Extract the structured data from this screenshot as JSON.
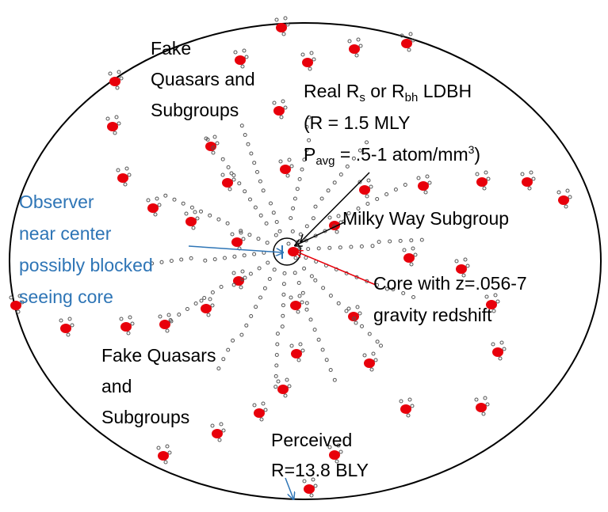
{
  "colors": {
    "ring": "#000000",
    "red_dot": "#E8000B",
    "hollow_dot": "#555555",
    "blue_arrow": "#2E75B6",
    "red_arrow": "#E8000B",
    "text": "#000000",
    "text_blue": "#2E75B6"
  },
  "labels": {
    "fake_top": [
      "Fake",
      "Quasars and",
      "Subgroups"
    ],
    "real_rs": {
      "pre": "Real R",
      "sub1": "s",
      "mid": " or R",
      "sub2": "bh",
      "post": " LDBH"
    },
    "r_value": "(R = 1.5 MLY",
    "pavg": {
      "pre": "P",
      "sub": "avg",
      "mid": " = .5-1 atom/mm",
      "sup": "3",
      "post": ")"
    },
    "milky_way": "Milky Way Subgroup",
    "observer": [
      "Observer",
      "near center",
      "possibly blocked",
      "seeing core"
    ],
    "core": [
      "Core with z=.056-7",
      "gravity redshift"
    ],
    "fake_bottom": [
      "Fake Quasars",
      "and",
      "Subgroups"
    ],
    "perceived": [
      "Perceived",
      "R=13.8 BLY"
    ]
  }
}
